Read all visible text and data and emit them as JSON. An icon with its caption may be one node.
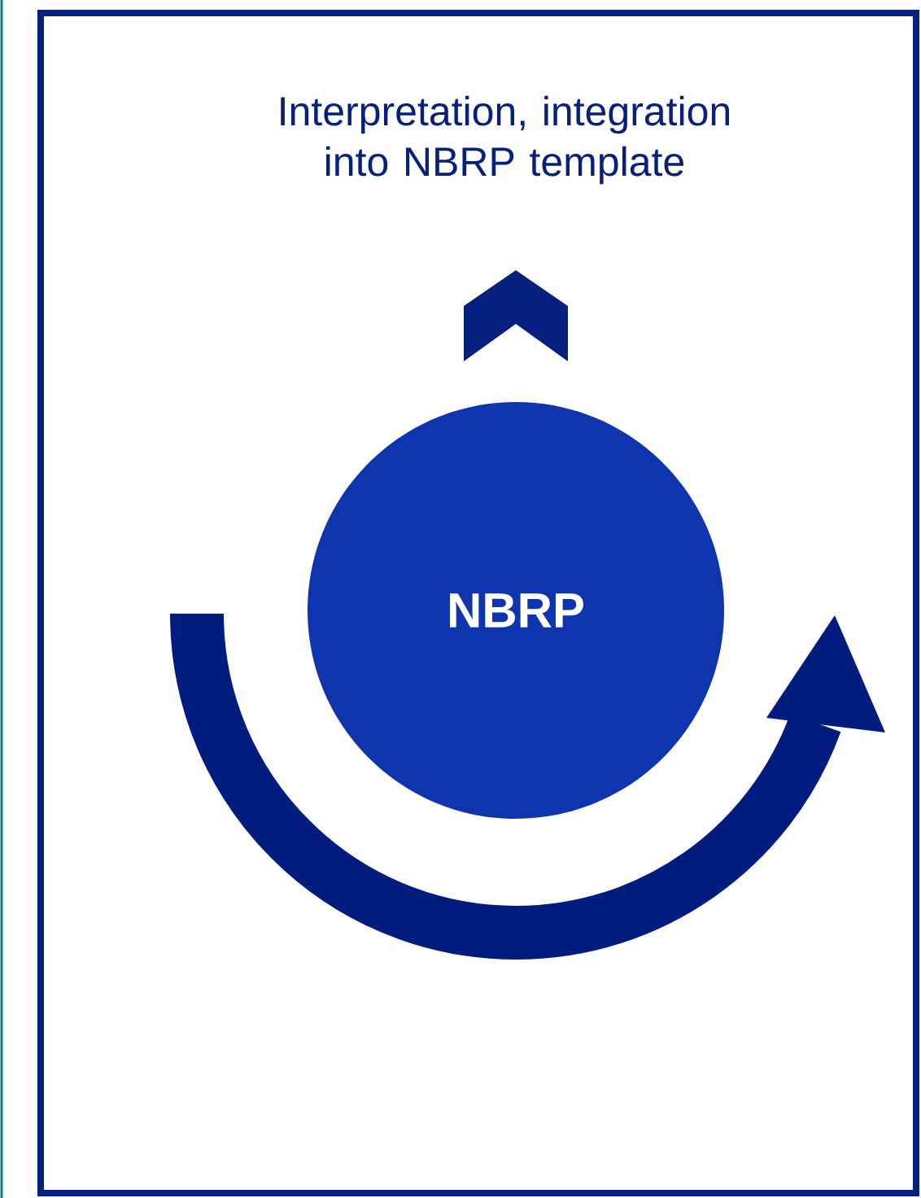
{
  "diagram": {
    "nodes": [
      {
        "text": [
          "Interpretation, integration into NBRP template"
        ]
      },
      {
        "text": [
          "NBRP"
        ],
        "in": 0
      }
    ]
  }
}
